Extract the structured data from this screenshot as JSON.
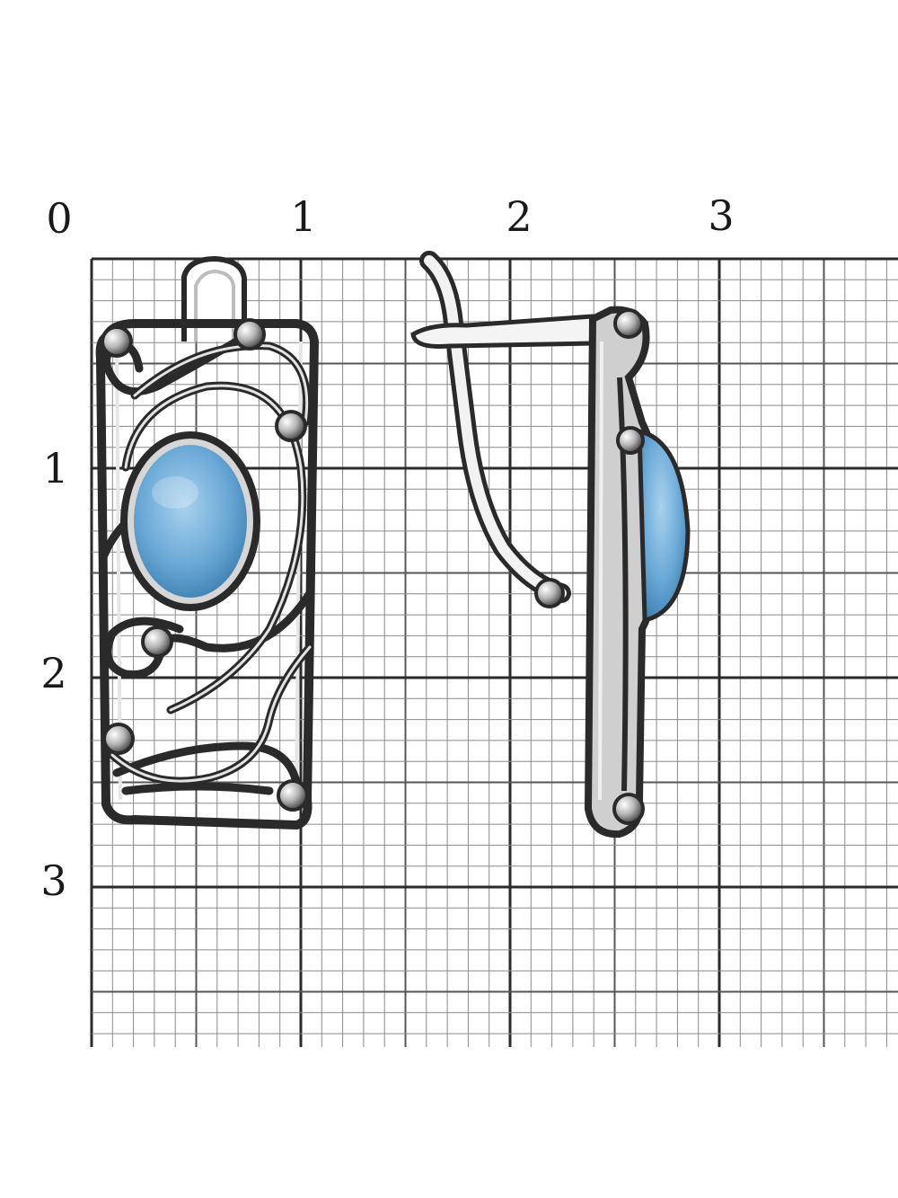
{
  "ruler": {
    "x_labels": [
      "0",
      "1",
      "2",
      "3"
    ],
    "y_labels": [
      "1",
      "2",
      "3"
    ]
  },
  "colors": {
    "grid_major": "#2b2b2b",
    "grid_mid": "#555555",
    "grid_minor": "#8a8a8a",
    "silver_dark": "#2a2a2a",
    "silver_light": "#e8e8e8",
    "stone": "#6aa8d6"
  }
}
